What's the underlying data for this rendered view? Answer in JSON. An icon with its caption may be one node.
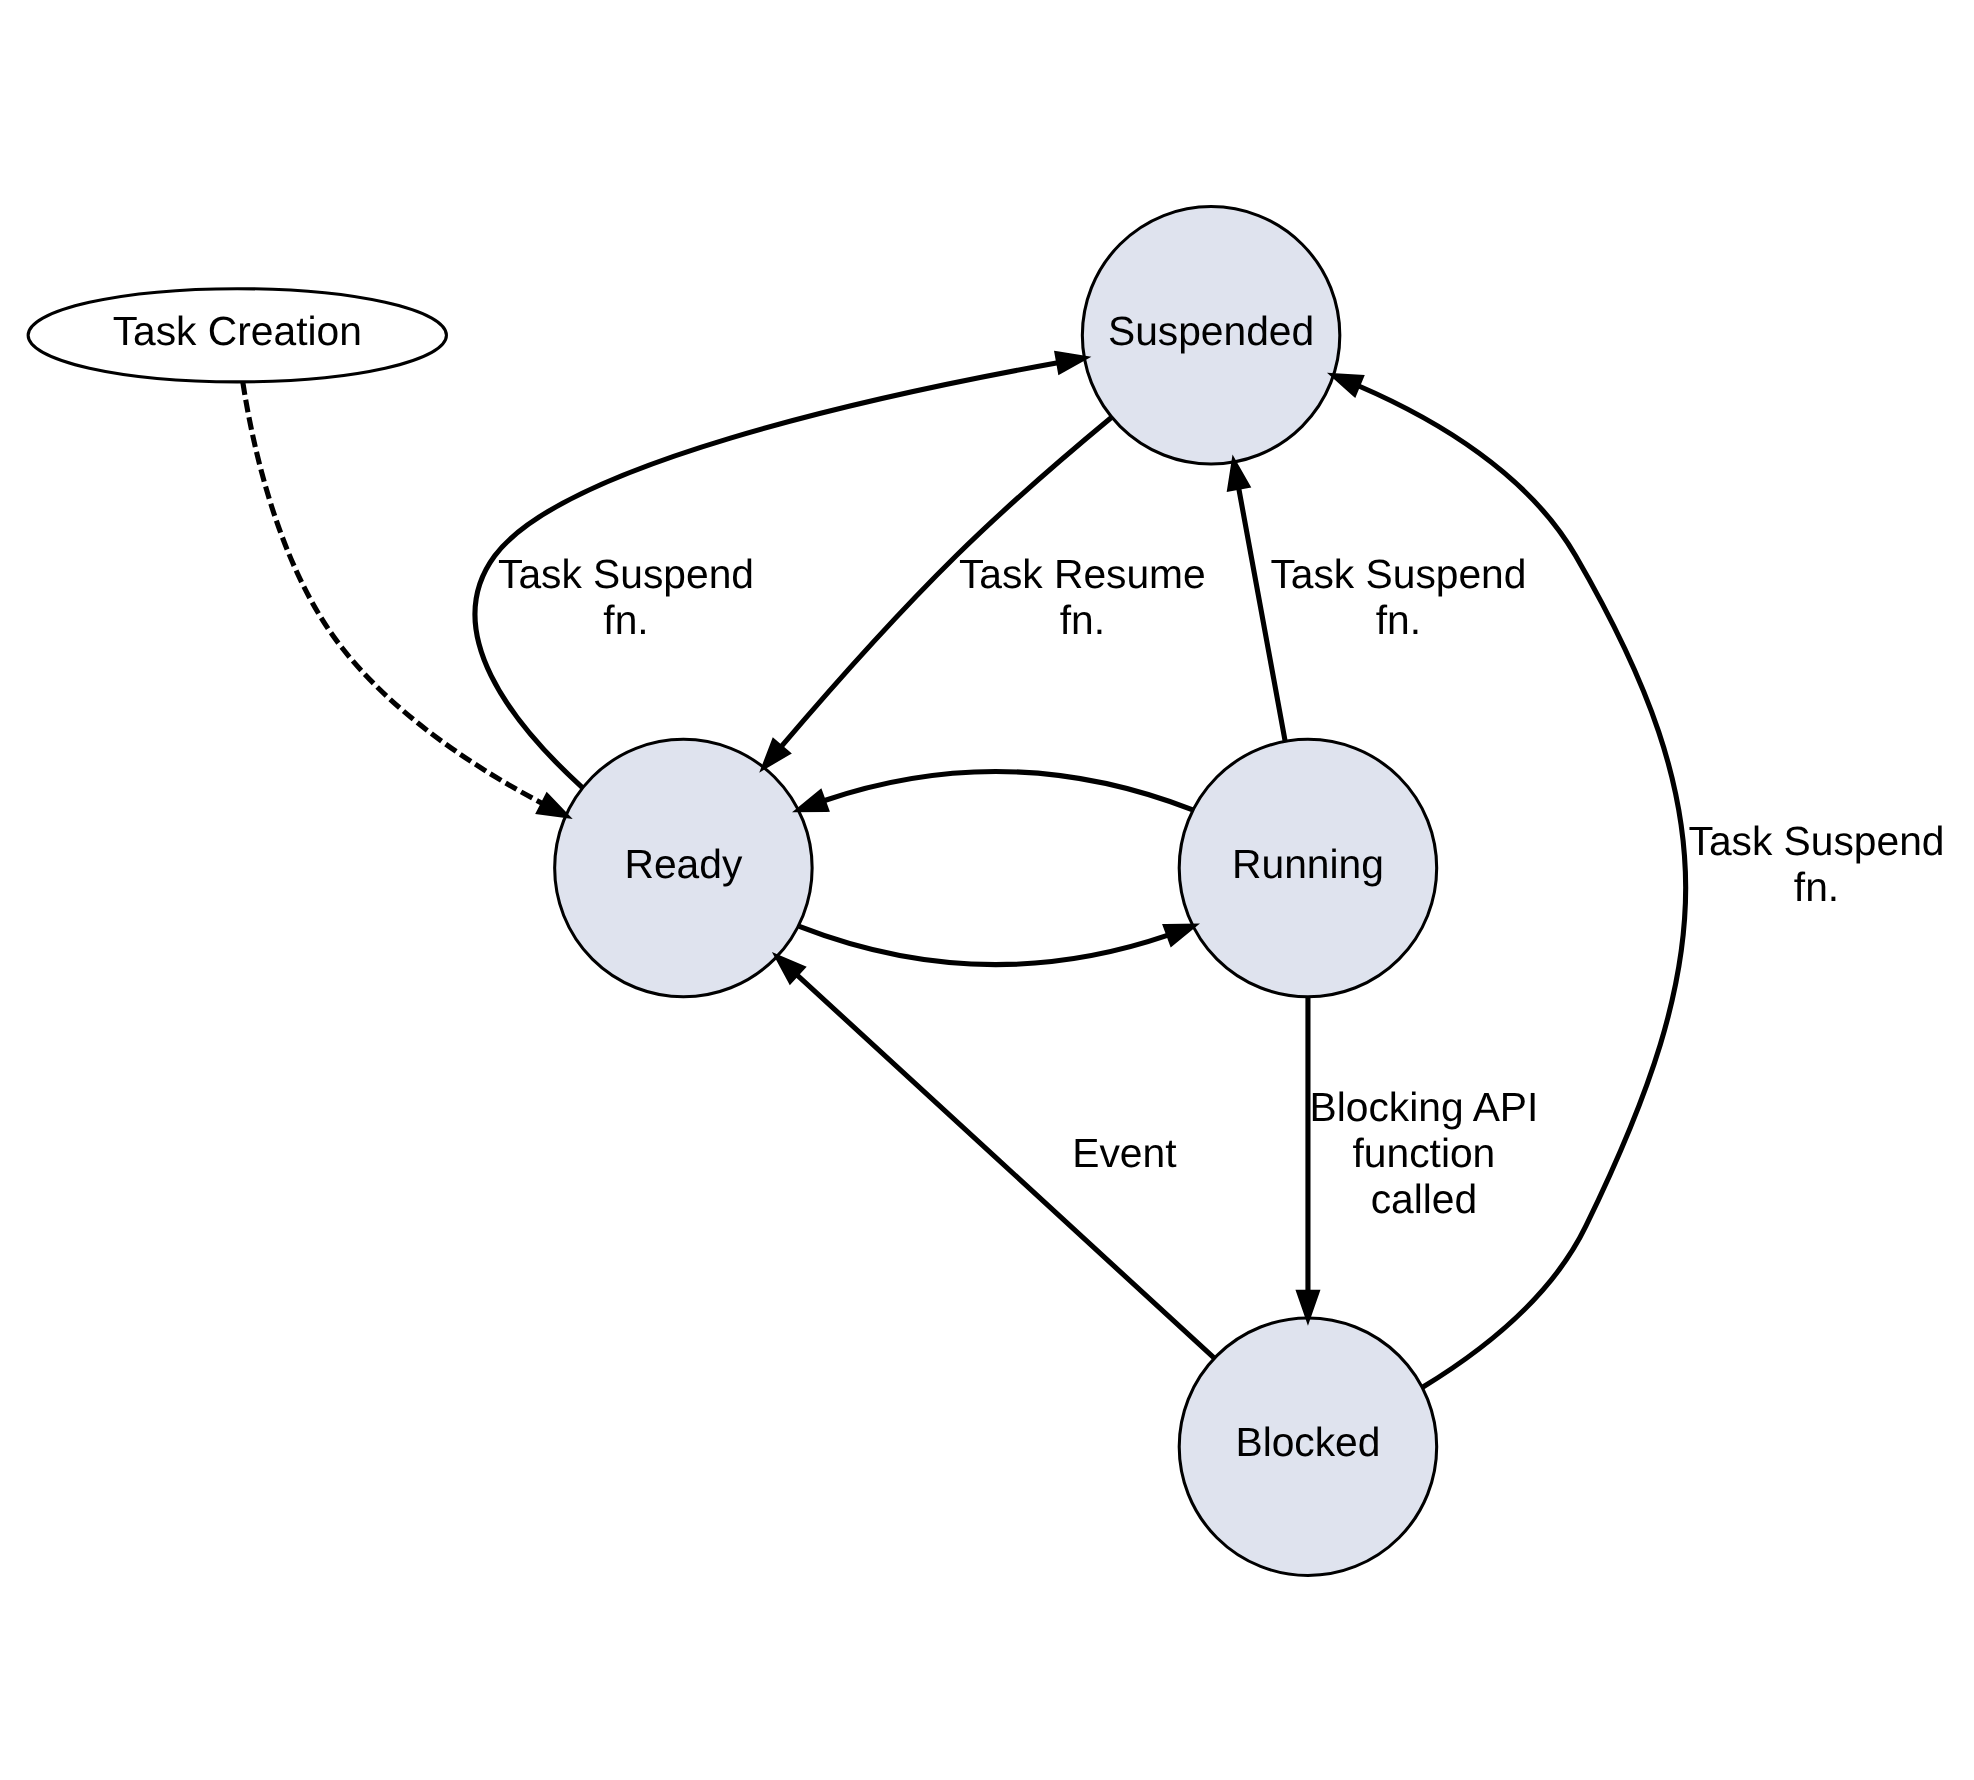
{
  "diagram": {
    "nodes": [
      {
        "text": [
          "Suspended"
        ]
      },
      {
        "text": [
          "Task Creation"
        ]
      },
      {
        "text": [
          "Ready"
        ]
      },
      {
        "text": [
          "Running"
        ]
      },
      {
        "text": [
          "Blocked"
        ]
      }
    ],
    "edges": [
      {
        "from": 1,
        "to": 2,
        "arrow": "to",
        "style": "dashed"
      },
      {
        "from": 2,
        "to": 0,
        "arrow": "to",
        "label": "Task Suspend fn."
      },
      {
        "from": 0,
        "to": 2,
        "arrow": "to",
        "label": "Task Resume fn."
      },
      {
        "from": 3,
        "to": 0,
        "arrow": "to",
        "label": "Task Suspend fn."
      },
      {
        "from": 2,
        "to": 3,
        "arrow": "to"
      },
      {
        "from": 3,
        "to": 2,
        "arrow": "to"
      },
      {
        "from": 4,
        "to": 2,
        "arrow": "to",
        "label": "Event"
      },
      {
        "from": 3,
        "to": 4,
        "arrow": "to",
        "label": "Blocking API function called"
      },
      {
        "from": 4,
        "to": 0,
        "arrow": "to",
        "label": "Task Suspend fn."
      }
    ]
  }
}
